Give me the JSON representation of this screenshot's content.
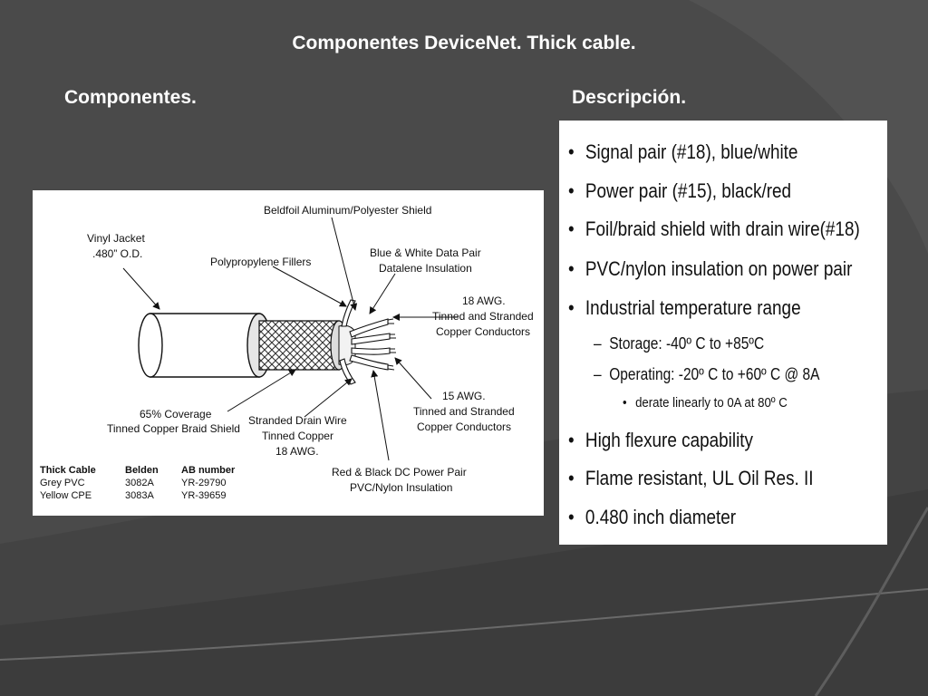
{
  "slide": {
    "title": "Componentes DeviceNet. Thick cable.",
    "left_heading": "Componentes.",
    "right_heading": "Descripción."
  },
  "figure": {
    "labels": {
      "vinyl_jacket": "Vinyl Jacket",
      "od": ".480” O.D.",
      "beldfoil": "Beldfoil Aluminum/Polyester Shield",
      "fillers": "Polypropylene Fillers",
      "data_pair_1": "Blue & White Data Pair",
      "data_pair_2": "Datalene Insulation",
      "awg18_1": "18 AWG.",
      "awg18_2": "Tinned and Stranded",
      "awg18_3": "Copper Conductors",
      "coverage_1": "65% Coverage",
      "coverage_2": "Tinned Copper Braid Shield",
      "drain_1": "Stranded Drain Wire",
      "drain_2": "Tinned Copper",
      "drain_3": "18 AWG.",
      "awg15_1": "15 AWG.",
      "awg15_2": "Tinned and Stranded",
      "awg15_3": "Copper Conductors",
      "power_1": "Red & Black DC Power Pair",
      "power_2": "PVC/Nylon Insulation"
    },
    "table": {
      "headers": [
        "Thick Cable",
        "Belden",
        "AB number"
      ],
      "rows": [
        [
          "Grey PVC",
          "3082A",
          "YR-29790"
        ],
        [
          "Yellow CPE",
          "3083A",
          "YR-39659"
        ]
      ]
    }
  },
  "description": {
    "bullet": "•",
    "dash": "–",
    "items": [
      "Signal pair (#18), blue/white",
      "Power pair (#15), black/red",
      "Foil/braid shield with drain wire(#18)",
      "PVC/nylon insulation on power pair",
      "Industrial temperature range",
      "High flexure capability",
      "Flame resistant, UL Oil Res. II",
      "0.480 inch diameter"
    ],
    "sub_items": [
      "Storage: -40º C to +85ºC",
      "Operating: -20º C to +60º C @ 8A"
    ],
    "sub_sub_items": [
      "derate linearly to 0A at 80º C"
    ]
  }
}
